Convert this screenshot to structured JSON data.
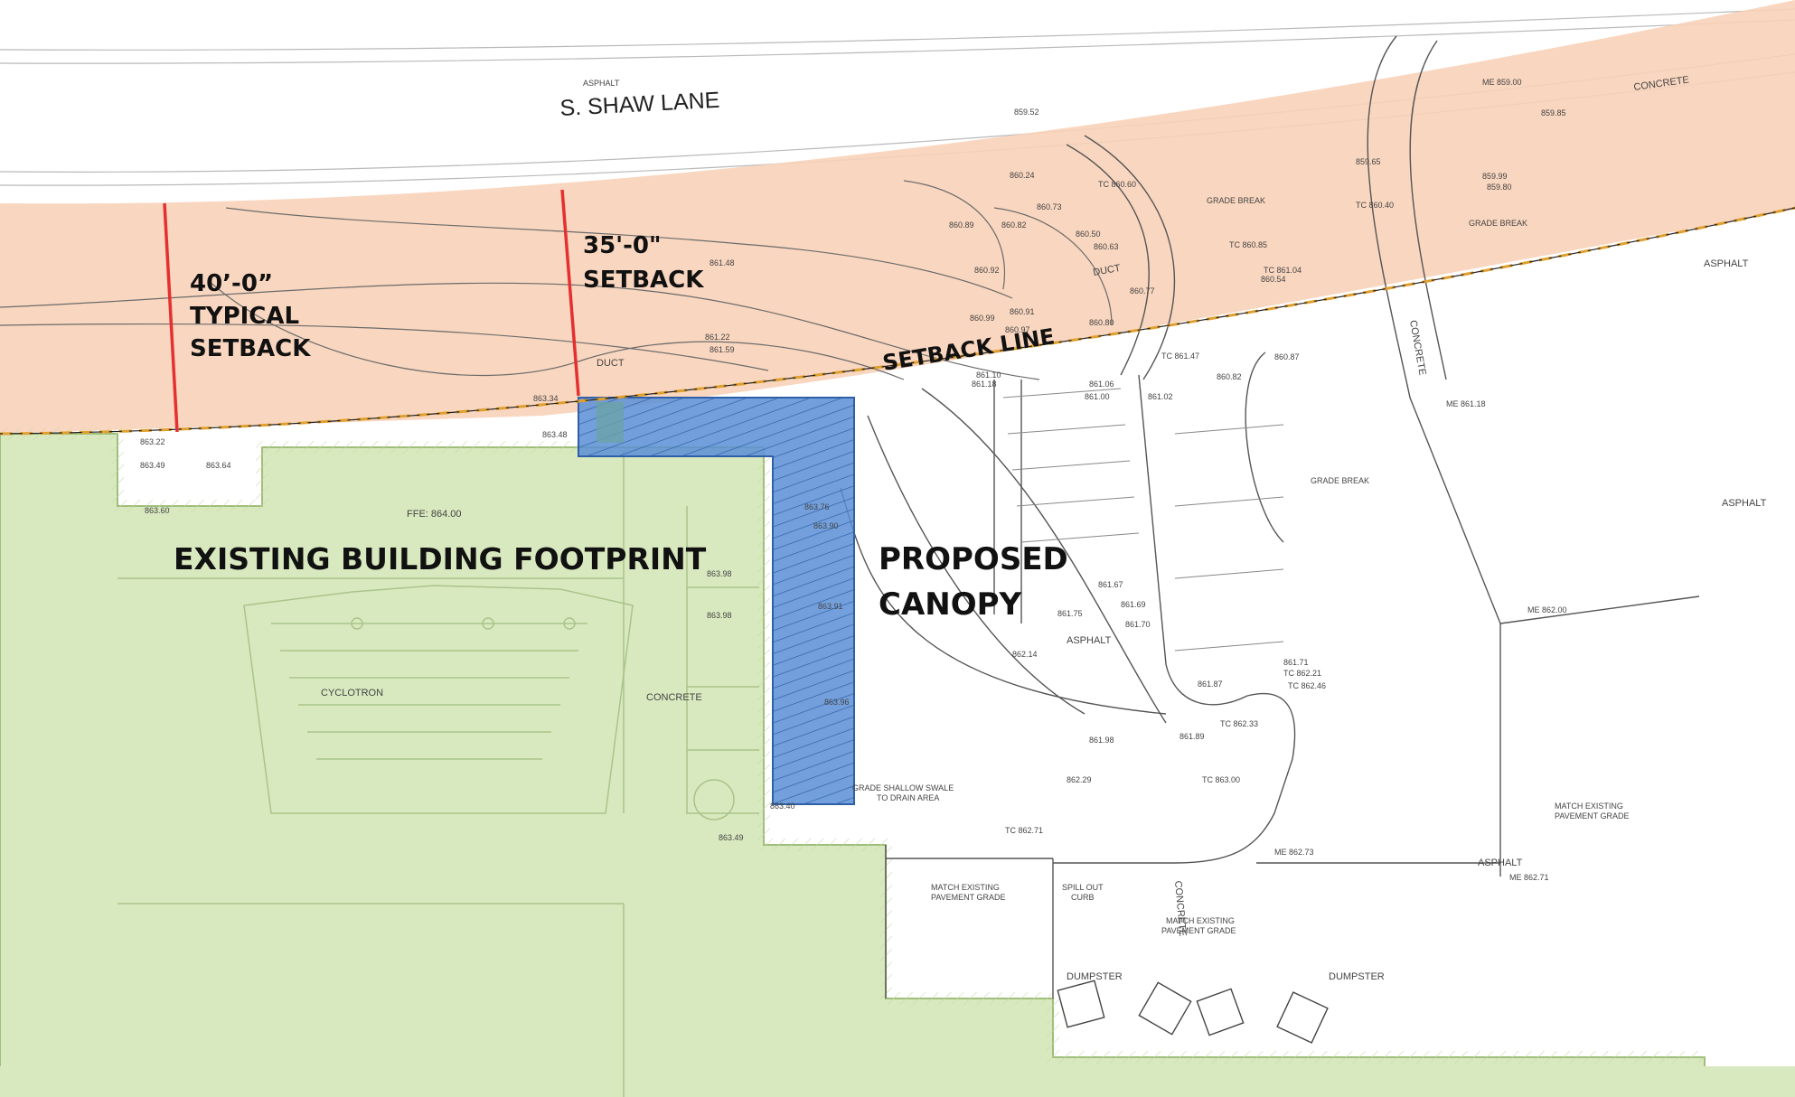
{
  "title": {
    "road": "S. SHAW LANE"
  },
  "annotations": {
    "setback_typical": [
      "40’-0”",
      "TYPICAL",
      "SETBACK"
    ],
    "setback_35": [
      "35'-0\"",
      "SETBACK"
    ],
    "setback_line": "SETBACK LINE",
    "existing_building": "EXISTING BUILDING FOOTPRINT",
    "proposed_canopy": [
      "PROPOSED",
      "CANOPY"
    ]
  },
  "building": {
    "ffe": "FFE: 864.00",
    "room": "CYCLOTRON",
    "concrete": "CONCRETE"
  },
  "site": {
    "asphalt": "ASPHALT",
    "asphalt_center": "ASPHALT",
    "concrete": "CONCRETE",
    "duct": "DUCT",
    "grade_break": "GRADE BREAK",
    "swale": [
      "GRADE SHALLOW SWALE",
      "TO DRAIN AREA"
    ],
    "match_existing_pavement": [
      "MATCH EXISTING",
      "PAVEMENT GRADE"
    ],
    "spill_out_curb": [
      "SPILL OUT",
      "CURB"
    ],
    "dumpster": "DUMPSTER"
  },
  "elevations": [
    "863.22",
    "863.48",
    "863.34",
    "863.49",
    "863.64",
    "863.60",
    "863.98",
    "863.98",
    "863.76",
    "863.90",
    "863.91",
    "863.96",
    "863.40",
    "863.49",
    "861.22",
    "861.59",
    "861.48",
    "861.18",
    "861.10",
    "861.06",
    "861.00",
    "861.02",
    "860.82",
    "860.87",
    "860.92",
    "860.99",
    "860.91",
    "860.97",
    "860.80",
    "860.77",
    "860.63",
    "860.50",
    "860.89",
    "860.82",
    "860.73",
    "860.24",
    "859.52",
    "861.67",
    "861.69",
    "861.70",
    "861.75",
    "862.14",
    "861.98",
    "861.89",
    "862.29",
    "861.71",
    "861.87",
    "ME 859.00",
    "ME 861.18",
    "ME 862.00",
    "ME 862.73",
    "ME 862.71",
    "TC 862.33",
    "TC 863.00",
    "TC 862.71",
    "TC 862.46",
    "TC 862.21",
    "TC 861.04",
    "TC 860.85",
    "TC 860.40",
    "TC 861.47",
    "TC 860.60",
    "860.54",
    "859.99",
    "859.80",
    "859.65",
    "859.85"
  ]
}
